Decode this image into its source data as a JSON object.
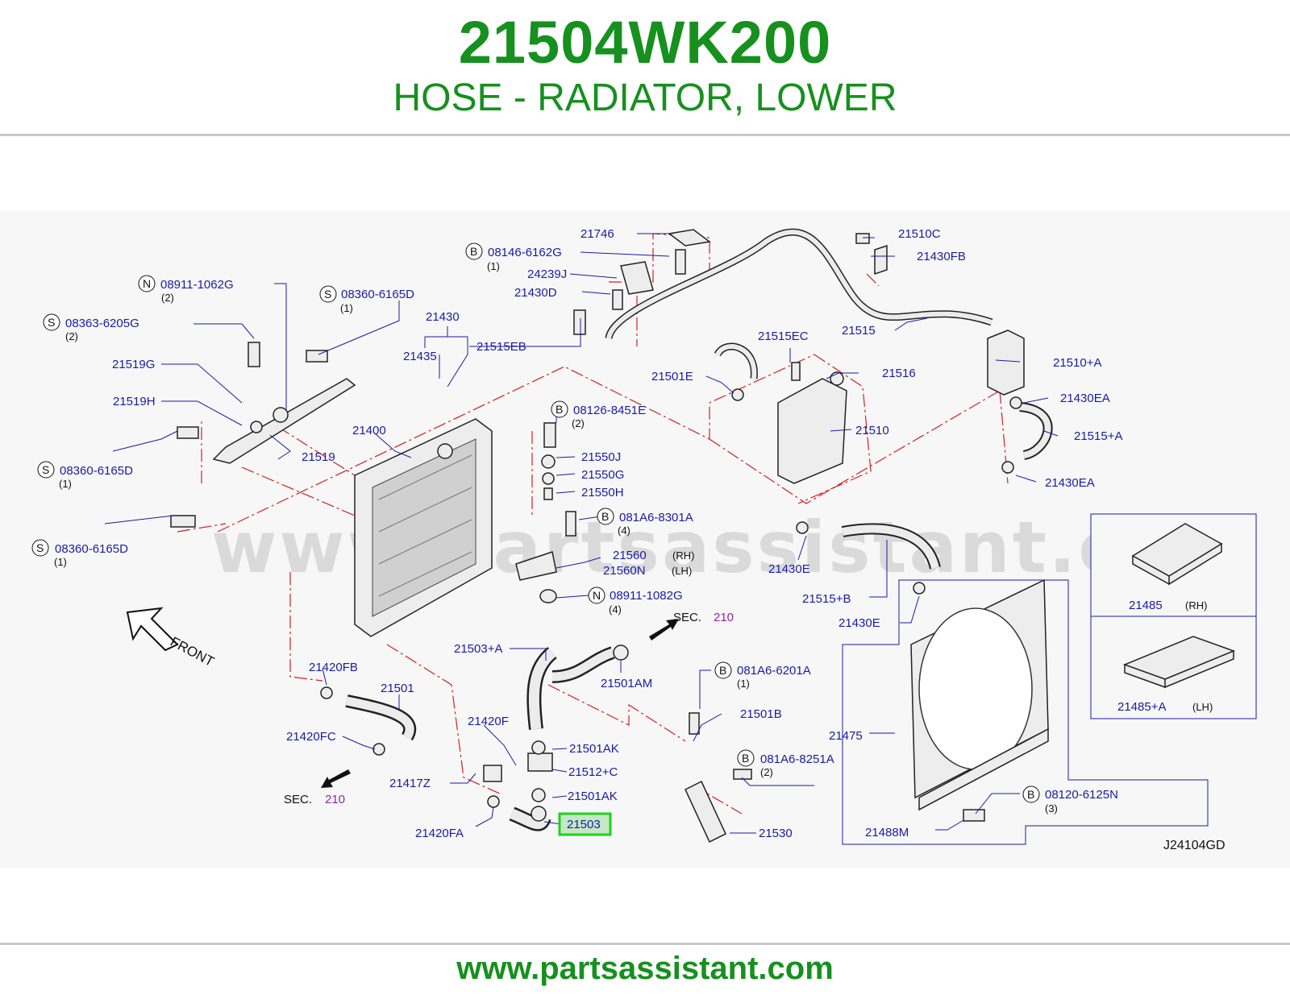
{
  "header": {
    "part_number": "21504WK200",
    "part_name": "HOSE - RADIATOR, LOWER"
  },
  "footer": {
    "site": "www.partsassistant.com"
  },
  "diagram": {
    "watermark": "www.partsassistant.com",
    "code": "J24104GD",
    "front": "FRONT",
    "sec_prefix": "SEC.",
    "sec_value": "210",
    "highlighted_label": "21503",
    "labels": {
      "l21746": "21746",
      "l08146": "08146-6162G",
      "l24239J": "24239J",
      "l21430D": "21430D",
      "l08911_1062": "08911-1062G",
      "l08360_a": "08360-6165D",
      "l08363": "08363-6205G",
      "l21430": "21430",
      "l21435": "21435",
      "l21515EB": "21515EB",
      "l21519G": "21519G",
      "l21519H": "21519H",
      "l08360_b": "08360-6165D",
      "l21519": "21519",
      "l21400": "21400",
      "l08360_c": "08360-6165D",
      "l21510C": "21510C",
      "l21430FB": "21430FB",
      "l21515": "21515",
      "l21515EC": "21515EC",
      "l21501E": "21501E",
      "l21516": "21516",
      "l21510A": "21510+A",
      "l21430EA_a": "21430EA",
      "l21510": "21510",
      "l21515A": "21515+A",
      "l21430EA_b": "21430EA",
      "l08126": "08126-8451E",
      "l21550J": "21550J",
      "l21550G": "21550G",
      "l21550H": "21550H",
      "l081A6_8301": "081A6-8301A",
      "l21560": "21560",
      "l21560N": "21560N",
      "l08911_1082": "08911-1082G",
      "l21430E_a": "21430E",
      "l21515B": "21515+B",
      "l21430E_b": "21430E",
      "l21485": "21485",
      "l21485A": "21485+A",
      "l21503A": "21503+A",
      "l21501AM": "21501AM",
      "l21420FB": "21420FB",
      "l21501": "21501",
      "l21420FC": "21420FC",
      "l21417Z": "21417Z",
      "l21420F": "21420F",
      "l21501AK_a": "21501AK",
      "l21512C": "21512+C",
      "l21501AK_b": "21501AK",
      "l21420FA": "21420FA",
      "l081A6_6201": "081A6-6201A",
      "l21501B": "21501B",
      "l081A6_8251": "081A6-8251A",
      "l21530": "21530",
      "l21475": "21475",
      "l08120": "08120-6125N",
      "l21488M": "21488M"
    },
    "qty": {
      "q1": "(1)",
      "q2": "(2)",
      "q3": "(3)",
      "q4": "(4)",
      "rh": "(RH)",
      "lh": "(LH)"
    },
    "badges": {
      "b": "B",
      "n": "N",
      "s": "S"
    },
    "colors": {
      "brand_green": "#16901e",
      "label_blue": "#1a1aa8",
      "phantom_red": "#d42020",
      "sec_purple": "#8a2aa8",
      "highlight_green": "#1fd01f"
    }
  }
}
